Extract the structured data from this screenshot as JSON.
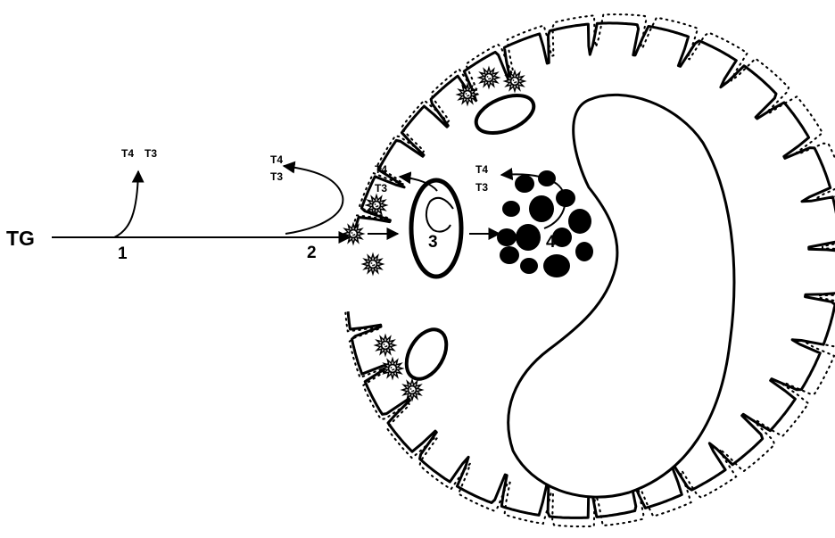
{
  "labels": {
    "thyroglobulin": "TG",
    "step1": "1",
    "step2": "2",
    "step3": "3",
    "step4": "4"
  },
  "hormones": {
    "t4": "T4",
    "t3": "T3"
  },
  "colors": {
    "ink": "#000000",
    "background": "#ffffff"
  }
}
